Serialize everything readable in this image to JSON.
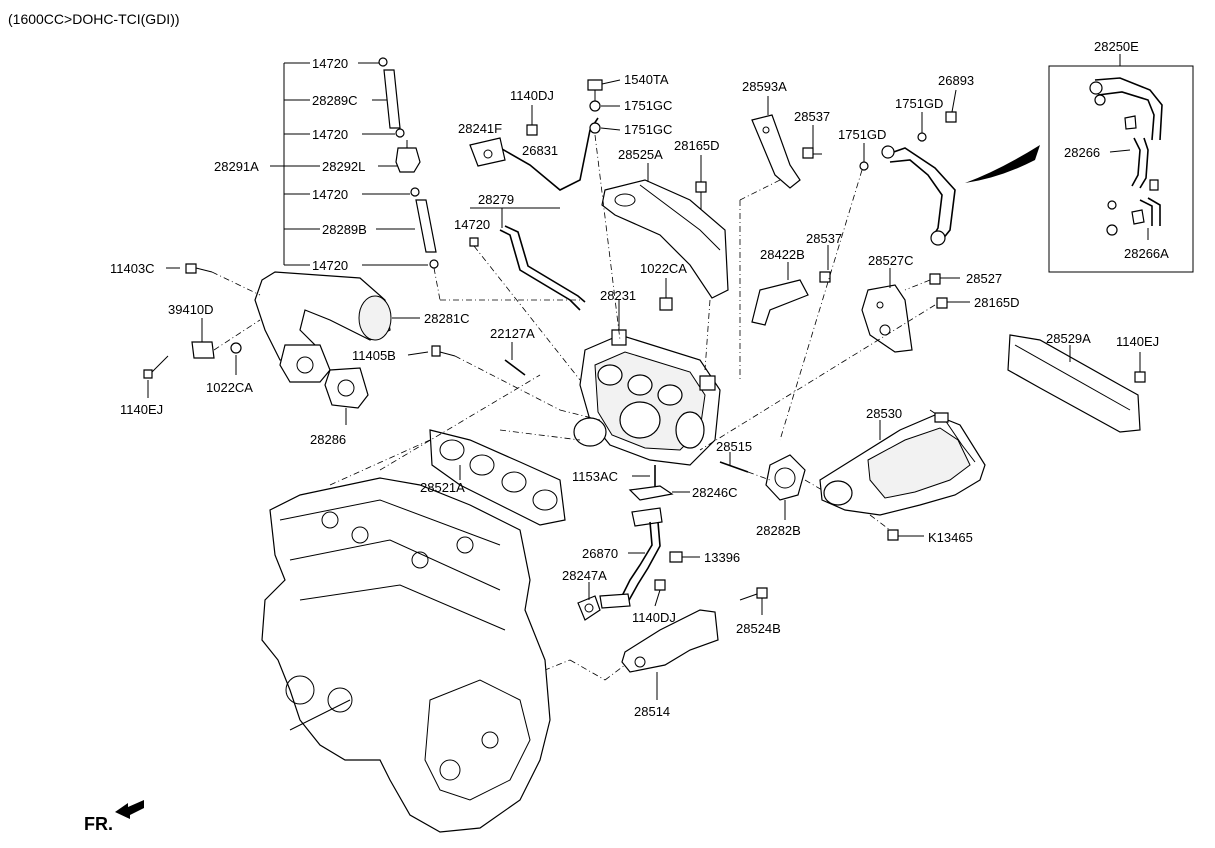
{
  "title": "(1600CC>DOHC-TCI(GDI))",
  "direction_label": "FR.",
  "callouts": {
    "c14720_a": "14720",
    "c28289C": "28289C",
    "c14720_b": "14720",
    "c28292L": "28292L",
    "c28291A": "28291A",
    "c14720_c": "14720",
    "c28289B": "28289B",
    "c14720_d": "14720",
    "c11403C": "11403C",
    "c39410D": "39410D",
    "c28281C": "28281C",
    "c1022CA_a": "1022CA",
    "c1140EJ_a": "1140EJ",
    "c28286": "28286",
    "c11405B": "11405B",
    "c22127A": "22127A",
    "c28521A": "28521A",
    "c1140DJ_a": "1140DJ",
    "c1540TA": "1540TA",
    "c1751GC_a": "1751GC",
    "c1751GC_b": "1751GC",
    "c28241F": "28241F",
    "c26831": "26831",
    "c28279": "28279",
    "c14720_e": "14720",
    "c28525A": "28525A",
    "c28165D_a": "28165D",
    "c1022CA_b": "1022CA",
    "c28231": "28231",
    "c28593A": "28593A",
    "c28537_a": "28537",
    "c28537_b": "28537",
    "c28422B": "28422B",
    "c1751GD_a": "1751GD",
    "c1751GD_b": "1751GD",
    "c26893": "26893",
    "c28527C": "28527C",
    "c28527": "28527",
    "c28165D_b": "28165D",
    "c28250E": "28250E",
    "c28266": "28266",
    "c28266A": "28266A",
    "c28529A": "28529A",
    "c1140EJ_b": "1140EJ",
    "c28530": "28530",
    "c28515": "28515",
    "c1153AC": "1153AC",
    "c28246C": "28246C",
    "c28282B": "28282B",
    "cK13465": "K13465",
    "c26870": "26870",
    "c13396": "13396",
    "c28247A": "28247A",
    "c1140DJ_b": "1140DJ",
    "c28524B": "28524B",
    "c28514": "28514"
  }
}
